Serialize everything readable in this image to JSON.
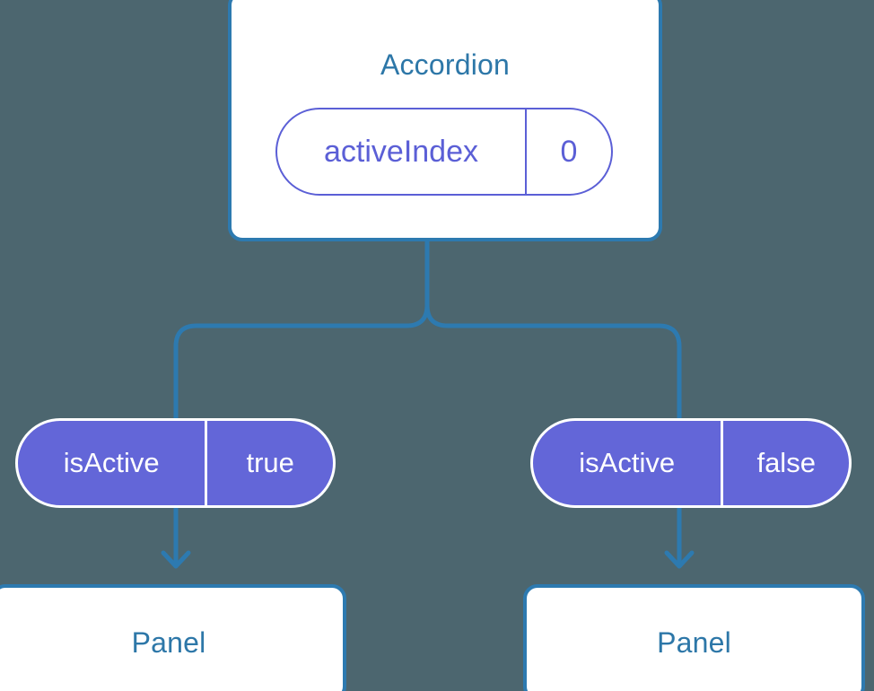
{
  "diagram": {
    "background_color": "#4c666f",
    "card_border_color": "#2d7ab0",
    "card_title_color": "#2d77a8",
    "state_pill_color": "#5b5fd6",
    "prop_pill_fill": "#6366d8",
    "connector_color": "#2d7ab0",
    "root": {
      "title": "Accordion",
      "state_pill": {
        "key": "activeIndex",
        "value": "0"
      }
    },
    "branches": [
      {
        "prop_pill": {
          "key": "isActive",
          "value": "true"
        },
        "child": {
          "title": "Panel"
        }
      },
      {
        "prop_pill": {
          "key": "isActive",
          "value": "false"
        },
        "child": {
          "title": "Panel"
        }
      }
    ]
  }
}
